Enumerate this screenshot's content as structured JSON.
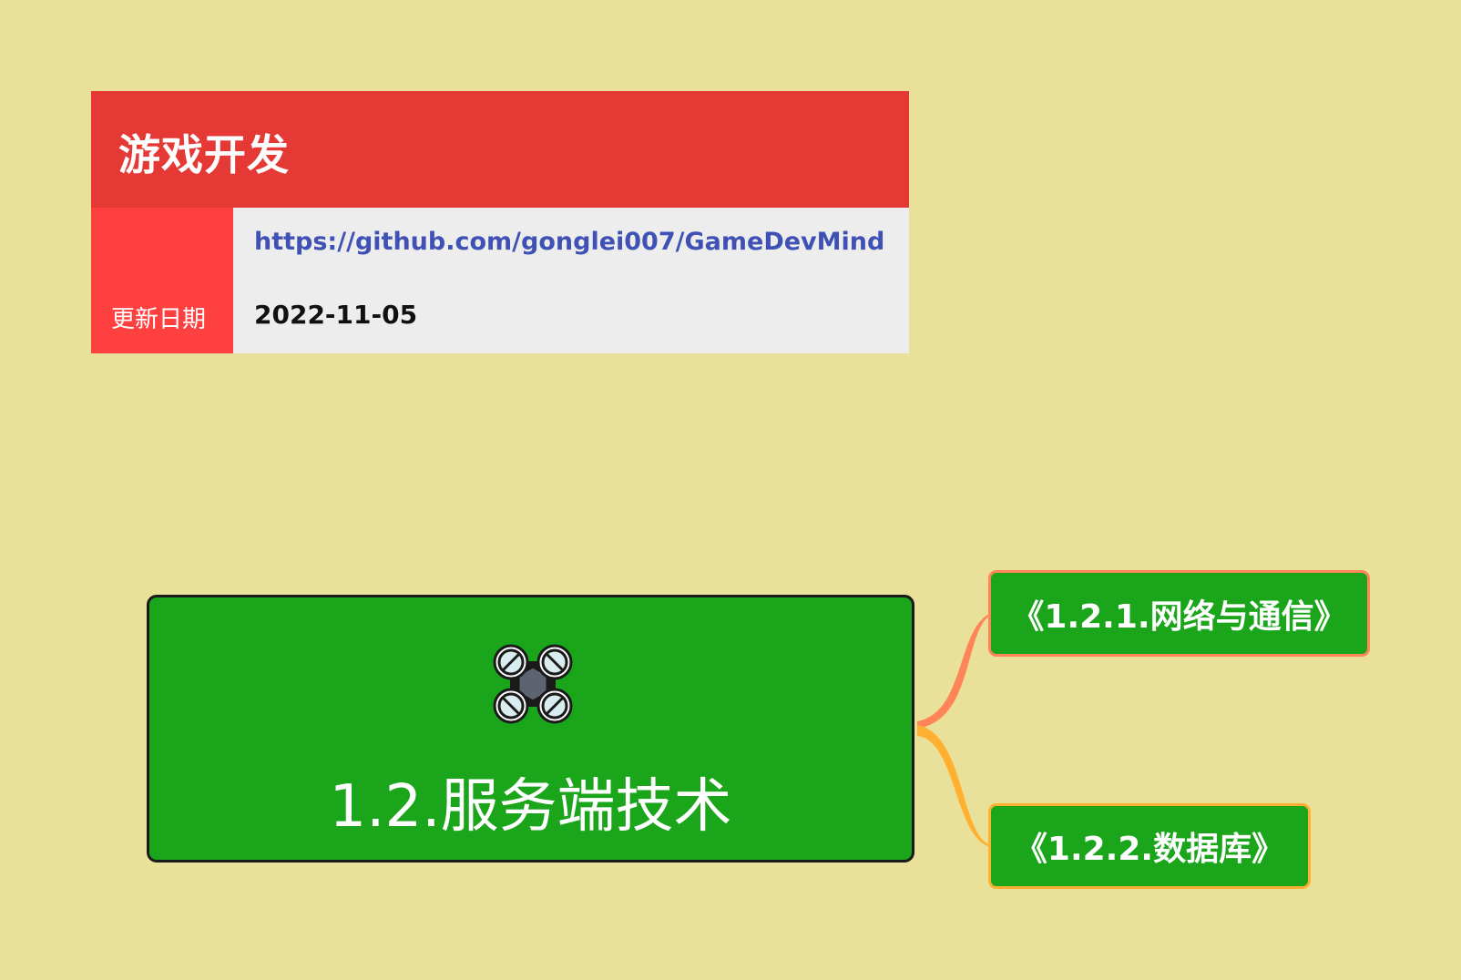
{
  "info_card": {
    "title": "游戏开发",
    "side_label": "更新日期",
    "link": "https://github.com/gonglei007/GameDevMind",
    "date": "2022-11-05"
  },
  "main_topic": {
    "label": "1.2.服务端技术",
    "icon": "drone-icon"
  },
  "subtopics": [
    {
      "label": "《1.2.1.网络与通信》",
      "border_color": "#ff8559"
    },
    {
      "label": "《1.2.2.数据库》",
      "border_color": "#ffb030"
    }
  ],
  "colors": {
    "background": "#e9e199",
    "card_header": "#e53935",
    "card_side": "#ff4040",
    "card_body": "#ededed",
    "link": "#3f51b5",
    "node_fill": "#1ba51b"
  }
}
